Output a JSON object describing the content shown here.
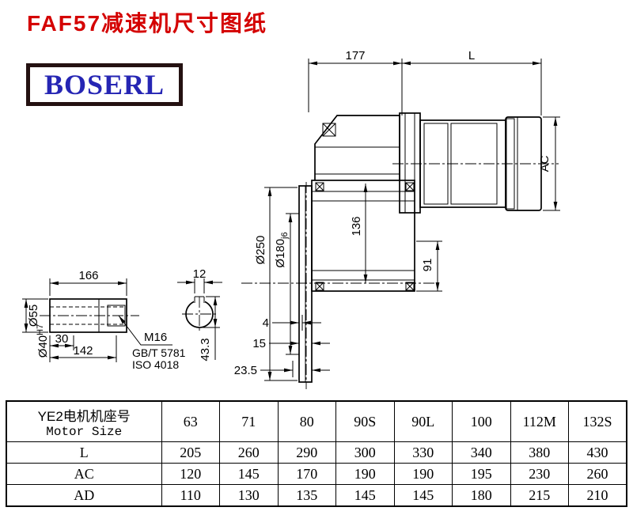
{
  "title": "FAF57减速机尺寸图纸",
  "logo": "BOSERL",
  "drawing": {
    "dims": {
      "d177": "177",
      "dL": "L",
      "dAC": "AC",
      "d250": "Ø250",
      "d180": "Ø180",
      "d180_tol": "j6",
      "d136": "136",
      "d91": "91",
      "d4": "4",
      "d15": "15",
      "d23_5": "23.5"
    },
    "shaft": {
      "d166": "166",
      "d12": "12",
      "d30": "30",
      "d142": "142",
      "d55": "Ø55",
      "d40": "Ø40",
      "d40_tol": "H7",
      "d43_3": "43.3",
      "thread": "M16",
      "std1": "GB/T 5781",
      "std2": "ISO 4018"
    }
  },
  "table": {
    "header": {
      "line1": "YE2电机机座号",
      "line2": "Motor Size"
    },
    "sizes": [
      "63",
      "71",
      "80",
      "90S",
      "90L",
      "100",
      "112M",
      "132S"
    ],
    "rows": [
      {
        "label": "L",
        "values": [
          "205",
          "260",
          "290",
          "300",
          "330",
          "340",
          "380",
          "430"
        ]
      },
      {
        "label": "AC",
        "values": [
          "120",
          "145",
          "170",
          "190",
          "190",
          "195",
          "230",
          "260"
        ]
      },
      {
        "label": "AD",
        "values": [
          "110",
          "130",
          "135",
          "145",
          "145",
          "180",
          "215",
          "210"
        ]
      }
    ]
  }
}
